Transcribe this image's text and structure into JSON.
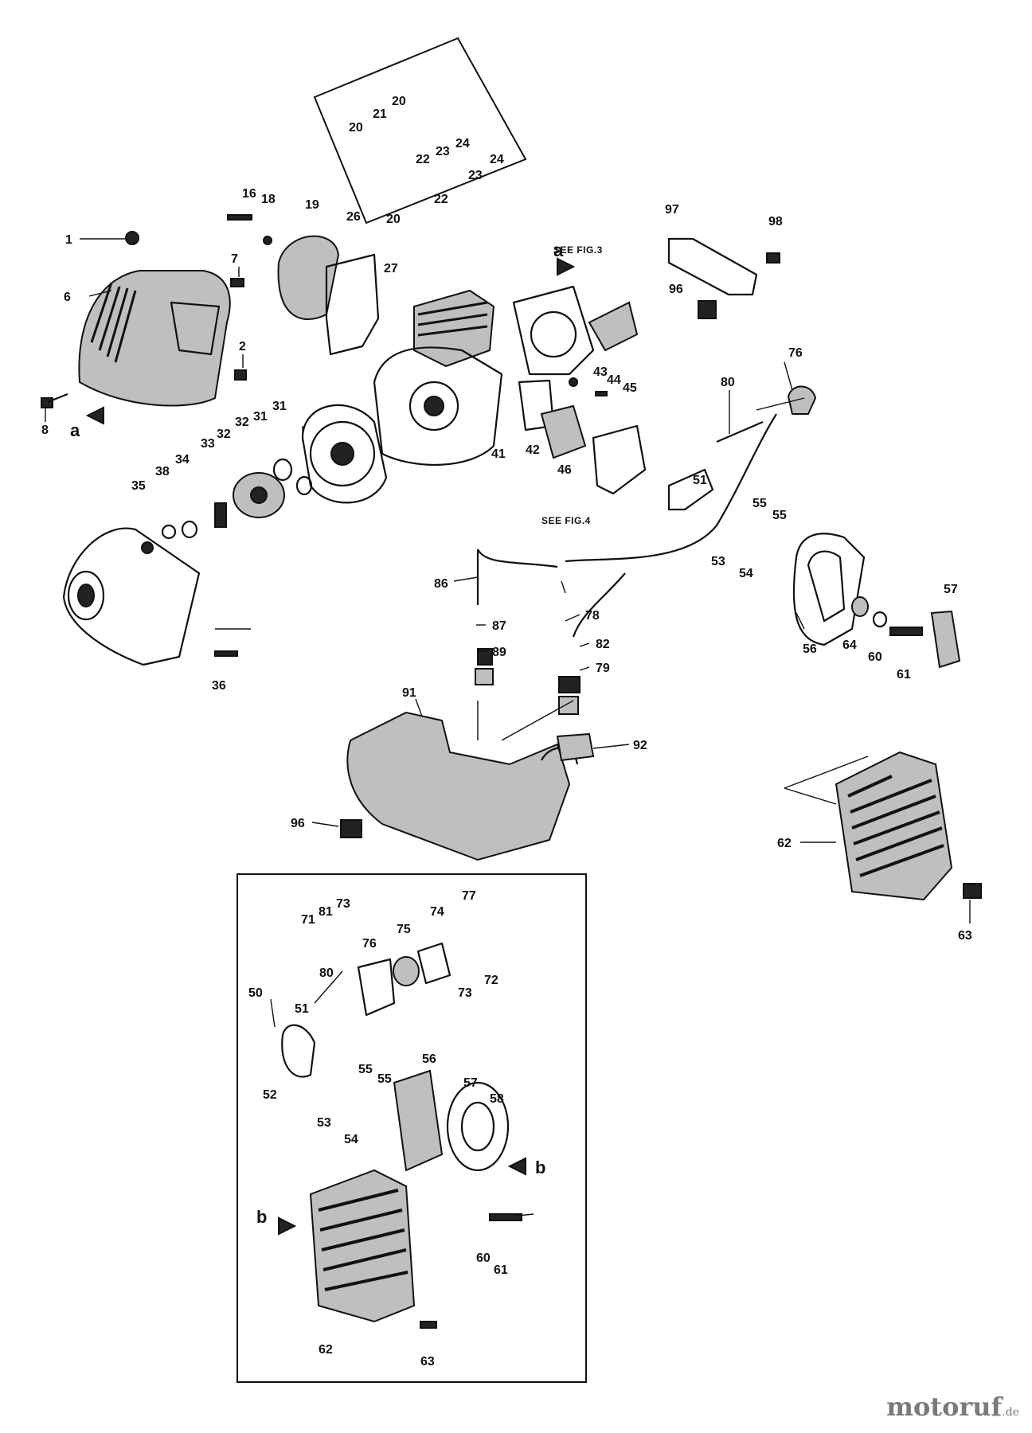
{
  "diagram": {
    "callouts": [
      {
        "id": "c1",
        "text": "1"
      },
      {
        "id": "c6",
        "text": "6"
      },
      {
        "id": "c7",
        "text": "7"
      },
      {
        "id": "c2",
        "text": "2"
      },
      {
        "id": "c8",
        "text": "8"
      },
      {
        "id": "c16",
        "text": "16"
      },
      {
        "id": "c18",
        "text": "18"
      },
      {
        "id": "c19",
        "text": "19"
      },
      {
        "id": "c26",
        "text": "26"
      },
      {
        "id": "c20a",
        "text": "20"
      },
      {
        "id": "c27",
        "text": "27"
      },
      {
        "id": "c22a",
        "text": "22"
      },
      {
        "id": "c23a",
        "text": "23"
      },
      {
        "id": "c24a",
        "text": "24"
      },
      {
        "id": "c20b",
        "text": "20"
      },
      {
        "id": "c21",
        "text": "21"
      },
      {
        "id": "c20c",
        "text": "20"
      },
      {
        "id": "c22b",
        "text": "22"
      },
      {
        "id": "c23b",
        "text": "23"
      },
      {
        "id": "c24b",
        "text": "24"
      },
      {
        "id": "c97",
        "text": "97"
      },
      {
        "id": "c98",
        "text": "98"
      },
      {
        "id": "c96a",
        "text": "96"
      },
      {
        "id": "c43",
        "text": "43"
      },
      {
        "id": "c44",
        "text": "44"
      },
      {
        "id": "c45",
        "text": "45"
      },
      {
        "id": "c41",
        "text": "41"
      },
      {
        "id": "c42",
        "text": "42"
      },
      {
        "id": "c46",
        "text": "46"
      },
      {
        "id": "c51a",
        "text": "51"
      },
      {
        "id": "c76a",
        "text": "76"
      },
      {
        "id": "c80a",
        "text": "80"
      },
      {
        "id": "c31a",
        "text": "31"
      },
      {
        "id": "c31b",
        "text": "31"
      },
      {
        "id": "c32a",
        "text": "32"
      },
      {
        "id": "c32b",
        "text": "32"
      },
      {
        "id": "c33",
        "text": "33"
      },
      {
        "id": "c34",
        "text": "34"
      },
      {
        "id": "c38",
        "text": "38"
      },
      {
        "id": "c35",
        "text": "35"
      },
      {
        "id": "c36",
        "text": "36"
      },
      {
        "id": "c55a",
        "text": "55"
      },
      {
        "id": "c55b",
        "text": "55"
      },
      {
        "id": "c53a",
        "text": "53"
      },
      {
        "id": "c54a",
        "text": "54"
      },
      {
        "id": "c57a",
        "text": "57"
      },
      {
        "id": "c56a",
        "text": "56"
      },
      {
        "id": "c64",
        "text": "64"
      },
      {
        "id": "c60a",
        "text": "60"
      },
      {
        "id": "c61a",
        "text": "61"
      },
      {
        "id": "c86",
        "text": "86"
      },
      {
        "id": "c87",
        "text": "87"
      },
      {
        "id": "c89",
        "text": "89"
      },
      {
        "id": "c78",
        "text": "78"
      },
      {
        "id": "c82",
        "text": "82"
      },
      {
        "id": "c79",
        "text": "79"
      },
      {
        "id": "c91",
        "text": "91"
      },
      {
        "id": "c92",
        "text": "92"
      },
      {
        "id": "c96b",
        "text": "96"
      },
      {
        "id": "c62a",
        "text": "62"
      },
      {
        "id": "c63a",
        "text": "63"
      },
      {
        "id": "c71",
        "text": "71"
      },
      {
        "id": "c81",
        "text": "81"
      },
      {
        "id": "c73a",
        "text": "73"
      },
      {
        "id": "c76b",
        "text": "76"
      },
      {
        "id": "c75",
        "text": "75"
      },
      {
        "id": "c74",
        "text": "74"
      },
      {
        "id": "c77",
        "text": "77"
      },
      {
        "id": "c72",
        "text": "72"
      },
      {
        "id": "c73b",
        "text": "73"
      },
      {
        "id": "c80b",
        "text": "80"
      },
      {
        "id": "c50",
        "text": "50"
      },
      {
        "id": "c51b",
        "text": "51"
      },
      {
        "id": "c52",
        "text": "52"
      },
      {
        "id": "c53b",
        "text": "53"
      },
      {
        "id": "c55c",
        "text": "55"
      },
      {
        "id": "c55d",
        "text": "55"
      },
      {
        "id": "c54b",
        "text": "54"
      },
      {
        "id": "c56b",
        "text": "56"
      },
      {
        "id": "c57b",
        "text": "57"
      },
      {
        "id": "c58",
        "text": "58"
      },
      {
        "id": "c60b",
        "text": "60"
      },
      {
        "id": "c61b",
        "text": "61"
      },
      {
        "id": "c62b",
        "text": "62"
      },
      {
        "id": "c63b",
        "text": "63"
      }
    ],
    "references": [
      {
        "id": "fig3",
        "text": "SEE FIG.3"
      },
      {
        "id": "fig4",
        "text": "SEE FIG.4"
      }
    ],
    "direction_marks": [
      {
        "id": "a1",
        "text": "a"
      },
      {
        "id": "a2",
        "text": "a"
      },
      {
        "id": "b1",
        "text": "b"
      },
      {
        "id": "b2",
        "text": "b"
      }
    ]
  },
  "watermark": {
    "brand": "motoruf",
    "tld": ".de",
    "color": "#7a7a7a",
    "dot_color": "#d43c2a"
  }
}
